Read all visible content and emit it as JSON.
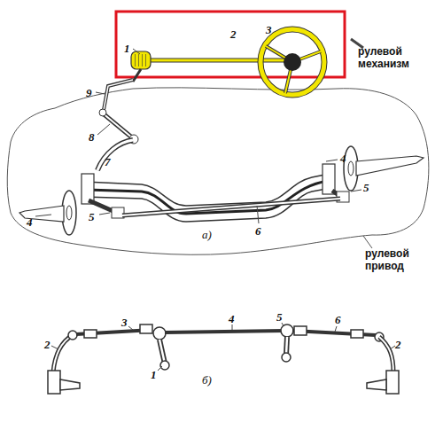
{
  "diagram": {
    "labels": [
      "1",
      "2",
      "3",
      "рулевой механизм",
      "9",
      "8",
      "7",
      "4",
      "4",
      "5",
      "5",
      "6",
      "а)",
      "рулевой привод",
      "3",
      "4",
      "5",
      "6",
      "2",
      "2",
      "1",
      "б)"
    ]
  }
}
